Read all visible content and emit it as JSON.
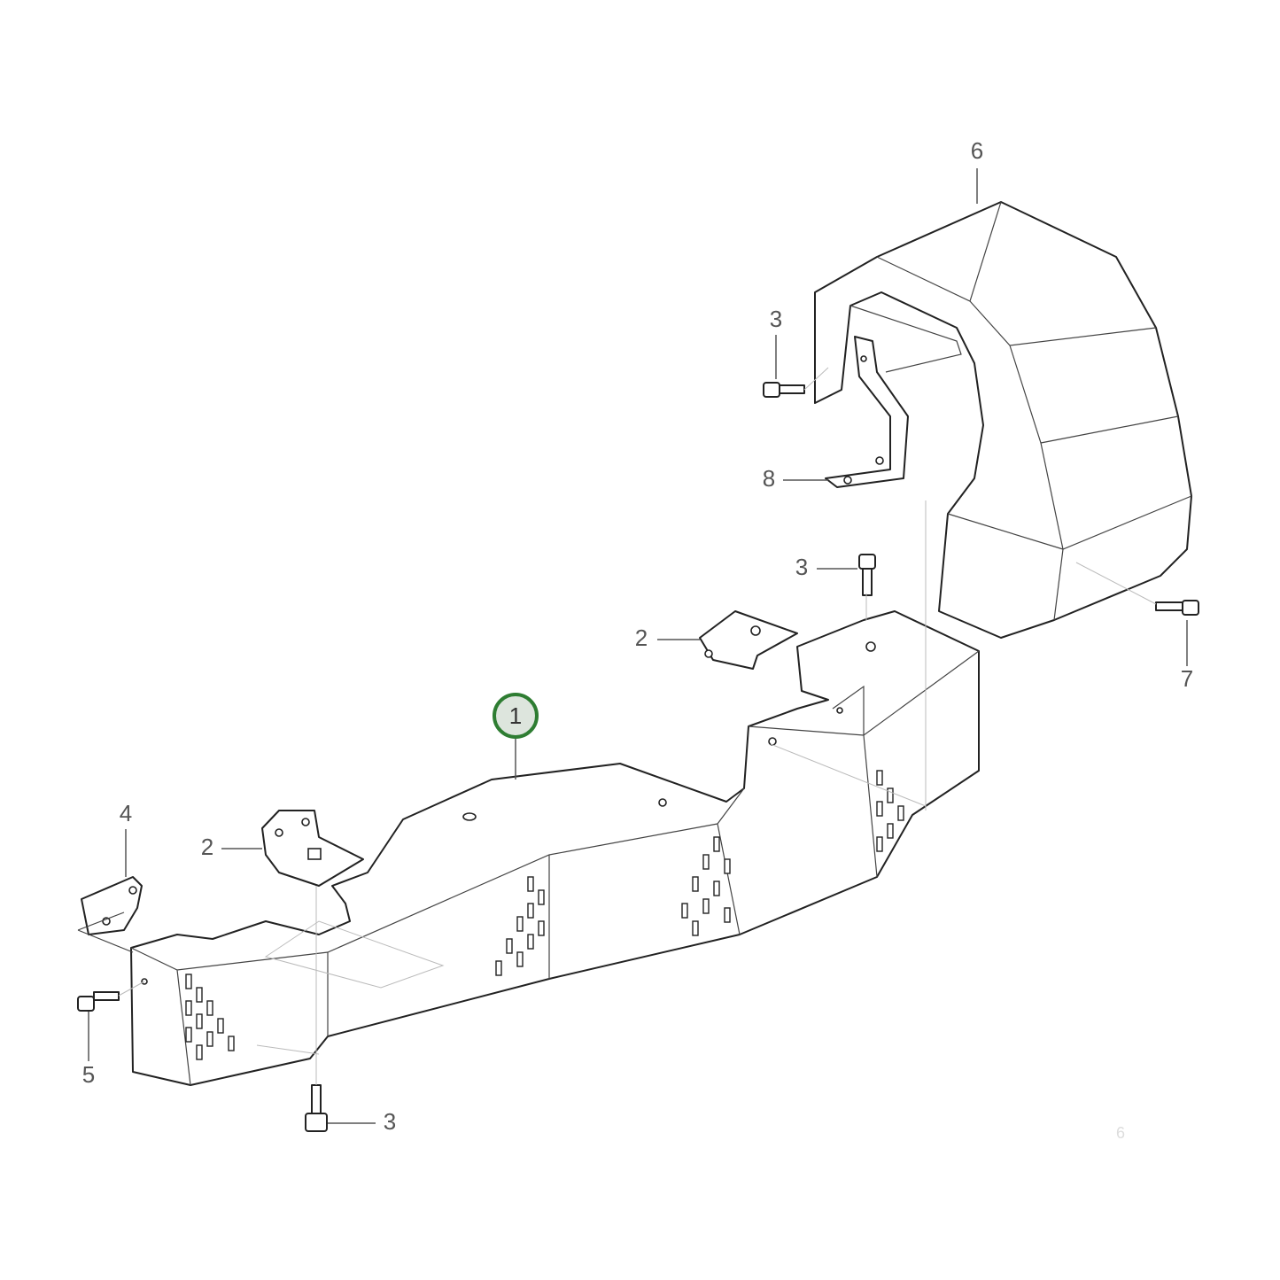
{
  "diagram": {
    "callouts": [
      {
        "id": "callout-6-top",
        "label": "6"
      },
      {
        "id": "callout-3-upper",
        "label": "3"
      },
      {
        "id": "callout-8",
        "label": "8"
      },
      {
        "id": "callout-3-middle",
        "label": "3"
      },
      {
        "id": "callout-2-right",
        "label": "2"
      },
      {
        "id": "callout-7",
        "label": "7"
      },
      {
        "id": "callout-1",
        "label": "1",
        "highlighted": true
      },
      {
        "id": "callout-4",
        "label": "4"
      },
      {
        "id": "callout-2-left",
        "label": "2"
      },
      {
        "id": "callout-5",
        "label": "5"
      },
      {
        "id": "callout-3-bottom",
        "label": "3"
      }
    ],
    "watermark": "6",
    "colors": {
      "highlight_ring": "#2e7d32",
      "highlight_fill": "#dde5dd",
      "line": "#222222",
      "label": "#555555"
    }
  }
}
